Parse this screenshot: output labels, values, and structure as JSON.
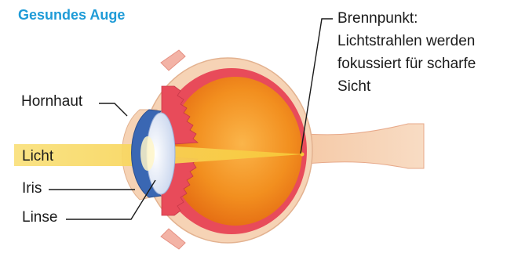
{
  "title": "Gesundes Auge",
  "labels": {
    "cornea": "Hornhaut",
    "light": "Licht",
    "iris": "Iris",
    "lens": "Linse"
  },
  "focus": {
    "lines": [
      "Brennpunkt:",
      "Lichtstrahlen werden",
      "fokussiert für scharfe",
      "Sicht"
    ]
  },
  "colors": {
    "title": "#1e9bd7",
    "light_beam": "#f9dc5c",
    "sclera": "#f6d3b5",
    "retina": "#e84b5a",
    "vitreous": "#f08a1c",
    "lens": "#3a67b3",
    "optic_nerve": "#f6d3b5"
  }
}
